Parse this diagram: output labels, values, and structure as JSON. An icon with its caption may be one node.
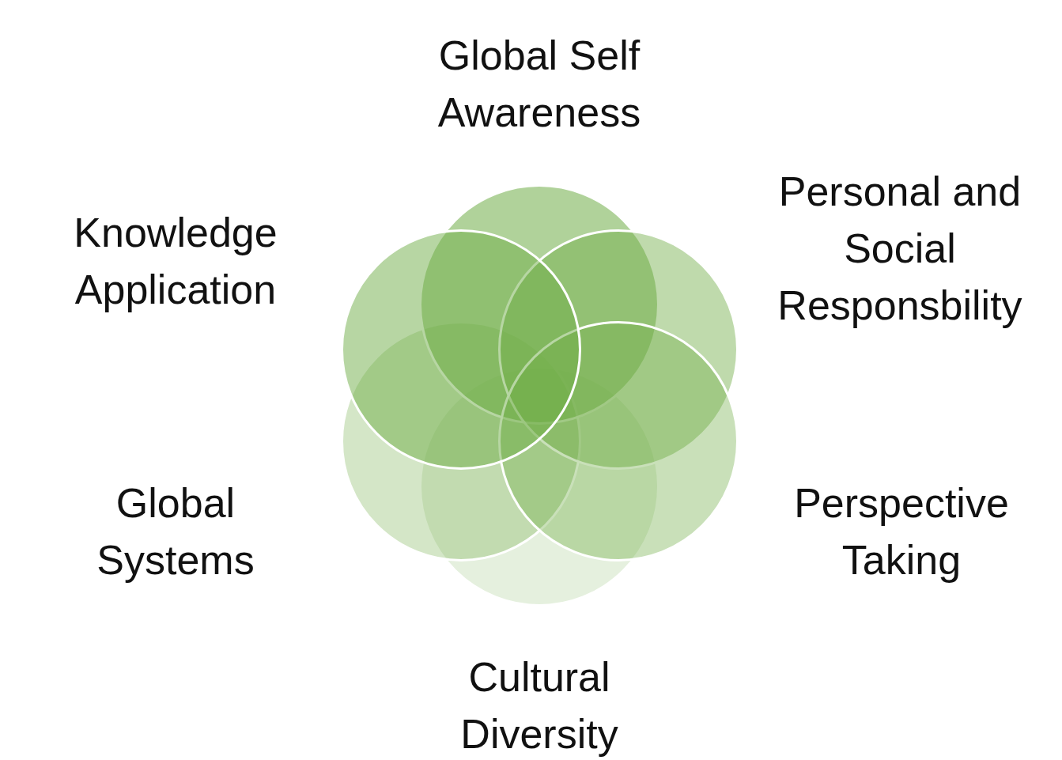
{
  "diagram": {
    "nodes": [
      {
        "text": [],
        "shape": "circle",
        "beside": [
          "Global Self Awareness"
        ]
      },
      {
        "text": [],
        "shape": "circle",
        "beside": [
          "Knowledge Application"
        ]
      },
      {
        "text": [],
        "shape": "circle",
        "beside": [
          "Personal and Social Responsbility"
        ]
      },
      {
        "text": [],
        "shape": "circle",
        "beside": [
          "Global Systems"
        ]
      },
      {
        "text": [],
        "shape": "circle",
        "beside": [
          "Perspective Taking"
        ]
      },
      {
        "text": [],
        "shape": "circle",
        "beside": [
          "Cultural Diversity"
        ]
      }
    ]
  }
}
